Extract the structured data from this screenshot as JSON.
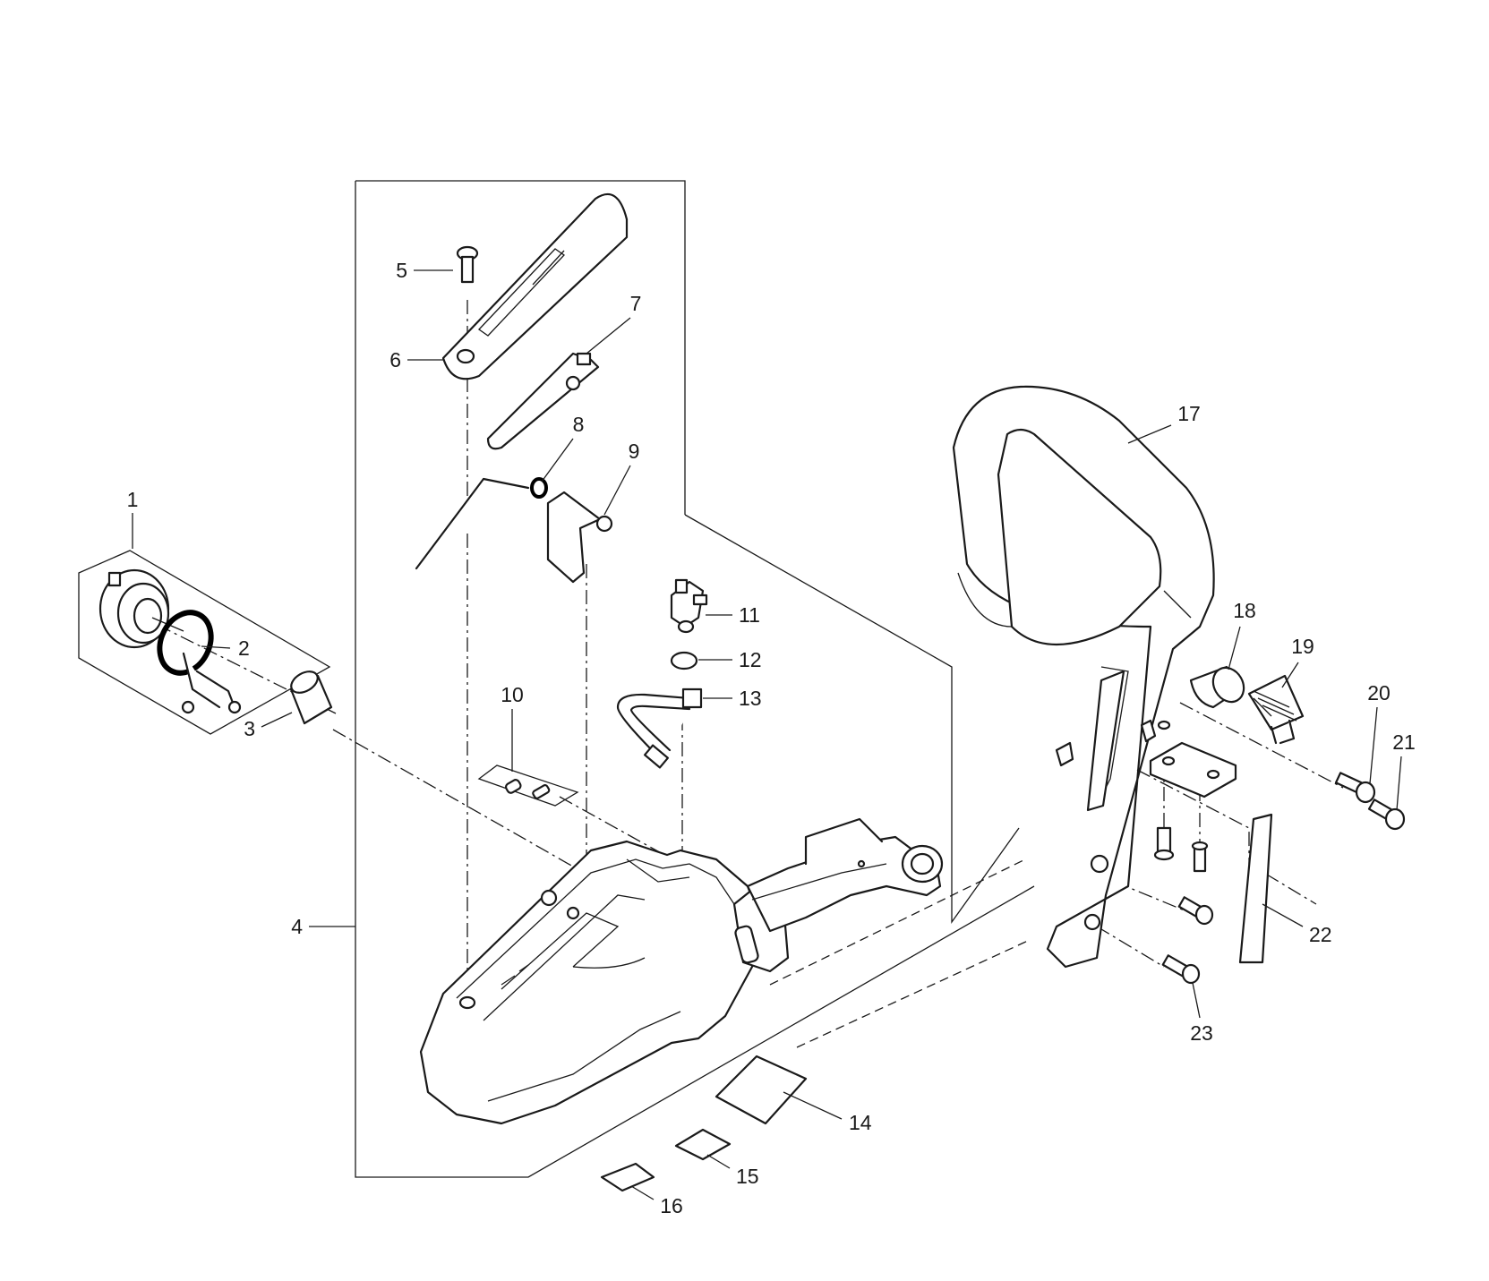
{
  "callouts": [
    {
      "id": "c1",
      "text": "1"
    },
    {
      "id": "c2",
      "text": "2"
    },
    {
      "id": "c3",
      "text": "3"
    },
    {
      "id": "c4",
      "text": "4"
    },
    {
      "id": "c5",
      "text": "5"
    },
    {
      "id": "c6",
      "text": "6"
    },
    {
      "id": "c7",
      "text": "7"
    },
    {
      "id": "c8",
      "text": "8"
    },
    {
      "id": "c9",
      "text": "9"
    },
    {
      "id": "c10",
      "text": "10"
    },
    {
      "id": "c11",
      "text": "11"
    },
    {
      "id": "c12",
      "text": "12"
    },
    {
      "id": "c13",
      "text": "13"
    },
    {
      "id": "c14",
      "text": "14"
    },
    {
      "id": "c15",
      "text": "15"
    },
    {
      "id": "c16",
      "text": "16"
    },
    {
      "id": "c17",
      "text": "17"
    },
    {
      "id": "c18",
      "text": "18"
    },
    {
      "id": "c19",
      "text": "19"
    },
    {
      "id": "c20",
      "text": "20"
    },
    {
      "id": "c21",
      "text": "21"
    },
    {
      "id": "c22",
      "text": "22"
    },
    {
      "id": "c23",
      "text": "23"
    }
  ],
  "colors": {
    "line": "#1a1a1a",
    "background": "#ffffff"
  }
}
